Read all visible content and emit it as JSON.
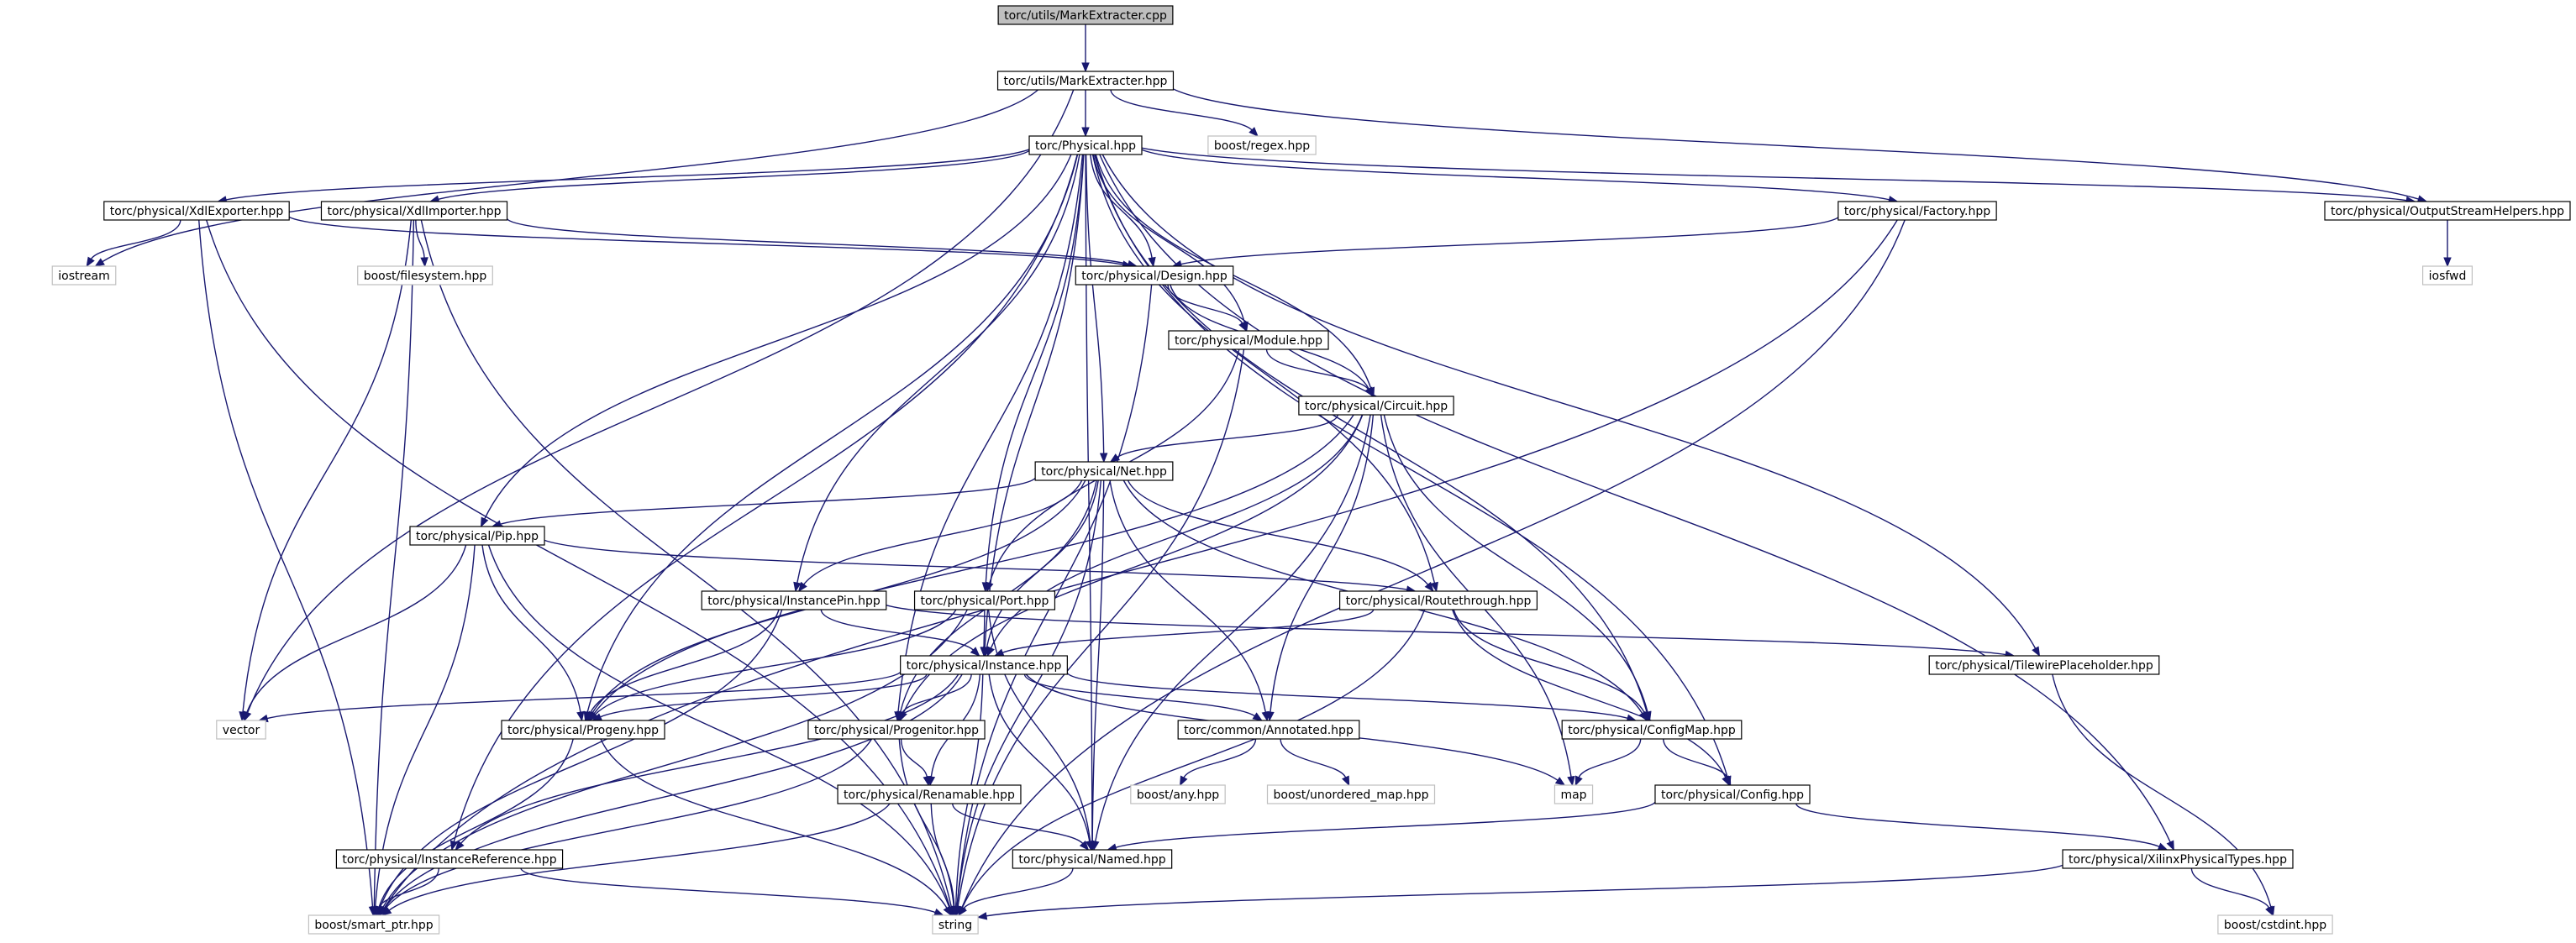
{
  "graph": {
    "colors": {
      "edge": "#191970",
      "node_border": "#000000",
      "external_border": "#bfbfbf",
      "root_fill": "#bfbfbf",
      "node_fill": "#ffffff"
    },
    "nodes": [
      {
        "id": "mark_extracter_cpp",
        "label": "torc/utils/MarkExtracter.cpp",
        "kind": "root"
      },
      {
        "id": "mark_extracter_hpp",
        "label": "torc/utils/MarkExtracter.hpp",
        "kind": "local"
      },
      {
        "id": "physical_hpp",
        "label": "torc/Physical.hpp",
        "kind": "local"
      },
      {
        "id": "boost_regex",
        "label": "boost/regex.hpp",
        "kind": "external"
      },
      {
        "id": "xdl_exporter",
        "label": "torc/physical/XdlExporter.hpp",
        "kind": "local"
      },
      {
        "id": "xdl_importer",
        "label": "torc/physical/XdlImporter.hpp",
        "kind": "local"
      },
      {
        "id": "factory",
        "label": "torc/physical/Factory.hpp",
        "kind": "local"
      },
      {
        "id": "output_stream_helpers",
        "label": "torc/physical/OutputStreamHelpers.hpp",
        "kind": "local"
      },
      {
        "id": "iostream",
        "label": "iostream",
        "kind": "external"
      },
      {
        "id": "boost_filesystem",
        "label": "boost/filesystem.hpp",
        "kind": "external"
      },
      {
        "id": "design",
        "label": "torc/physical/Design.hpp",
        "kind": "local"
      },
      {
        "id": "iosfwd",
        "label": "iosfwd",
        "kind": "external"
      },
      {
        "id": "module",
        "label": "torc/physical/Module.hpp",
        "kind": "local"
      },
      {
        "id": "circuit",
        "label": "torc/physical/Circuit.hpp",
        "kind": "local"
      },
      {
        "id": "net",
        "label": "torc/physical/Net.hpp",
        "kind": "local"
      },
      {
        "id": "pip",
        "label": "torc/physical/Pip.hpp",
        "kind": "local"
      },
      {
        "id": "instance_pin",
        "label": "torc/physical/InstancePin.hpp",
        "kind": "local"
      },
      {
        "id": "port",
        "label": "torc/physical/Port.hpp",
        "kind": "local"
      },
      {
        "id": "routethrough",
        "label": "torc/physical/Routethrough.hpp",
        "kind": "local"
      },
      {
        "id": "tilewire_placeholder",
        "label": "torc/physical/TilewirePlaceholder.hpp",
        "kind": "local"
      },
      {
        "id": "instance",
        "label": "torc/physical/Instance.hpp",
        "kind": "local"
      },
      {
        "id": "vector",
        "label": "vector",
        "kind": "external"
      },
      {
        "id": "progeny",
        "label": "torc/physical/Progeny.hpp",
        "kind": "local"
      },
      {
        "id": "progenitor",
        "label": "torc/physical/Progenitor.hpp",
        "kind": "local"
      },
      {
        "id": "annotated",
        "label": "torc/common/Annotated.hpp",
        "kind": "local"
      },
      {
        "id": "config_map",
        "label": "torc/physical/ConfigMap.hpp",
        "kind": "local"
      },
      {
        "id": "boost_any",
        "label": "boost/any.hpp",
        "kind": "external"
      },
      {
        "id": "boost_unordered_map",
        "label": "boost/unordered_map.hpp",
        "kind": "external"
      },
      {
        "id": "map",
        "label": "map",
        "kind": "external"
      },
      {
        "id": "renamable",
        "label": "torc/physical/Renamable.hpp",
        "kind": "local"
      },
      {
        "id": "config",
        "label": "torc/physical/Config.hpp",
        "kind": "local"
      },
      {
        "id": "instance_reference",
        "label": "torc/physical/InstanceReference.hpp",
        "kind": "local"
      },
      {
        "id": "named",
        "label": "torc/physical/Named.hpp",
        "kind": "local"
      },
      {
        "id": "xilinx_physical_types",
        "label": "torc/physical/XilinxPhysicalTypes.hpp",
        "kind": "local"
      },
      {
        "id": "boost_smart_ptr",
        "label": "boost/smart_ptr.hpp",
        "kind": "external"
      },
      {
        "id": "string",
        "label": "string",
        "kind": "external"
      },
      {
        "id": "boost_cstdint",
        "label": "boost/cstdint.hpp",
        "kind": "external"
      }
    ],
    "edges": [
      [
        "mark_extracter_cpp",
        "mark_extracter_hpp"
      ],
      [
        "mark_extracter_hpp",
        "physical_hpp"
      ],
      [
        "mark_extracter_hpp",
        "boost_regex"
      ],
      [
        "mark_extracter_hpp",
        "output_stream_helpers"
      ],
      [
        "mark_extracter_hpp",
        "iostream"
      ],
      [
        "mark_extracter_hpp",
        "vector"
      ],
      [
        "physical_hpp",
        "xdl_exporter"
      ],
      [
        "physical_hpp",
        "xdl_importer"
      ],
      [
        "physical_hpp",
        "factory"
      ],
      [
        "physical_hpp",
        "output_stream_helpers"
      ],
      [
        "physical_hpp",
        "design"
      ],
      [
        "physical_hpp",
        "module"
      ],
      [
        "physical_hpp",
        "circuit"
      ],
      [
        "physical_hpp",
        "net"
      ],
      [
        "physical_hpp",
        "pip"
      ],
      [
        "physical_hpp",
        "instance_pin"
      ],
      [
        "physical_hpp",
        "port"
      ],
      [
        "physical_hpp",
        "routethrough"
      ],
      [
        "physical_hpp",
        "tilewire_placeholder"
      ],
      [
        "physical_hpp",
        "instance"
      ],
      [
        "physical_hpp",
        "progeny"
      ],
      [
        "physical_hpp",
        "progenitor"
      ],
      [
        "physical_hpp",
        "config_map"
      ],
      [
        "physical_hpp",
        "config"
      ],
      [
        "physical_hpp",
        "instance_reference"
      ],
      [
        "physical_hpp",
        "named"
      ],
      [
        "physical_hpp",
        "xilinx_physical_types"
      ],
      [
        "xdl_exporter",
        "iostream"
      ],
      [
        "xdl_exporter",
        "design"
      ],
      [
        "xdl_exporter",
        "boost_smart_ptr"
      ],
      [
        "xdl_exporter",
        "string"
      ],
      [
        "xdl_importer",
        "boost_filesystem"
      ],
      [
        "xdl_importer",
        "design"
      ],
      [
        "xdl_importer",
        "vector"
      ],
      [
        "xdl_importer",
        "boost_smart_ptr"
      ],
      [
        "xdl_importer",
        "string"
      ],
      [
        "factory",
        "design"
      ],
      [
        "factory",
        "boost_smart_ptr"
      ],
      [
        "factory",
        "string"
      ],
      [
        "output_stream_helpers",
        "iosfwd"
      ],
      [
        "design",
        "module"
      ],
      [
        "design",
        "circuit"
      ],
      [
        "design",
        "string"
      ],
      [
        "module",
        "circuit"
      ],
      [
        "module",
        "port"
      ],
      [
        "module",
        "string"
      ],
      [
        "circuit",
        "net"
      ],
      [
        "circuit",
        "instance"
      ],
      [
        "circuit",
        "progeny"
      ],
      [
        "circuit",
        "progenitor"
      ],
      [
        "circuit",
        "annotated"
      ],
      [
        "circuit",
        "config_map"
      ],
      [
        "circuit",
        "named"
      ],
      [
        "circuit",
        "map"
      ],
      [
        "net",
        "pip"
      ],
      [
        "net",
        "instance_pin"
      ],
      [
        "net",
        "routethrough"
      ],
      [
        "net",
        "instance"
      ],
      [
        "net",
        "progeny"
      ],
      [
        "net",
        "progenitor"
      ],
      [
        "net",
        "annotated"
      ],
      [
        "net",
        "config_map"
      ],
      [
        "net",
        "named"
      ],
      [
        "net",
        "string"
      ],
      [
        "pip",
        "routethrough"
      ],
      [
        "pip",
        "vector"
      ],
      [
        "pip",
        "progeny"
      ],
      [
        "pip",
        "boost_smart_ptr"
      ],
      [
        "pip",
        "string"
      ],
      [
        "instance_pin",
        "instance"
      ],
      [
        "instance_pin",
        "progeny"
      ],
      [
        "instance_pin",
        "tilewire_placeholder"
      ],
      [
        "instance_pin",
        "boost_smart_ptr"
      ],
      [
        "port",
        "instance"
      ],
      [
        "port",
        "progeny"
      ],
      [
        "port",
        "named"
      ],
      [
        "port",
        "boost_smart_ptr"
      ],
      [
        "routethrough",
        "instance"
      ],
      [
        "routethrough",
        "config_map"
      ],
      [
        "routethrough",
        "config"
      ],
      [
        "routethrough",
        "string"
      ],
      [
        "tilewire_placeholder",
        "boost_cstdint"
      ],
      [
        "instance",
        "vector"
      ],
      [
        "instance",
        "progeny"
      ],
      [
        "instance",
        "progenitor"
      ],
      [
        "instance",
        "annotated"
      ],
      [
        "instance",
        "config_map"
      ],
      [
        "instance",
        "map"
      ],
      [
        "instance",
        "renamable"
      ],
      [
        "instance",
        "instance_reference"
      ],
      [
        "instance",
        "named"
      ],
      [
        "instance",
        "boost_smart_ptr"
      ],
      [
        "instance",
        "string"
      ],
      [
        "progeny",
        "boost_smart_ptr"
      ],
      [
        "progeny",
        "string"
      ],
      [
        "progenitor",
        "renamable"
      ],
      [
        "progenitor",
        "boost_smart_ptr"
      ],
      [
        "progenitor",
        "string"
      ],
      [
        "annotated",
        "boost_any"
      ],
      [
        "annotated",
        "boost_unordered_map"
      ],
      [
        "config_map",
        "map"
      ],
      [
        "config_map",
        "config"
      ],
      [
        "renamable",
        "named"
      ],
      [
        "renamable",
        "boost_smart_ptr"
      ],
      [
        "renamable",
        "string"
      ],
      [
        "config",
        "named"
      ],
      [
        "config",
        "xilinx_physical_types"
      ],
      [
        "instance_reference",
        "boost_smart_ptr"
      ],
      [
        "instance_reference",
        "string"
      ],
      [
        "named",
        "string"
      ],
      [
        "xilinx_physical_types",
        "string"
      ],
      [
        "xilinx_physical_types",
        "boost_cstdint"
      ]
    ]
  }
}
